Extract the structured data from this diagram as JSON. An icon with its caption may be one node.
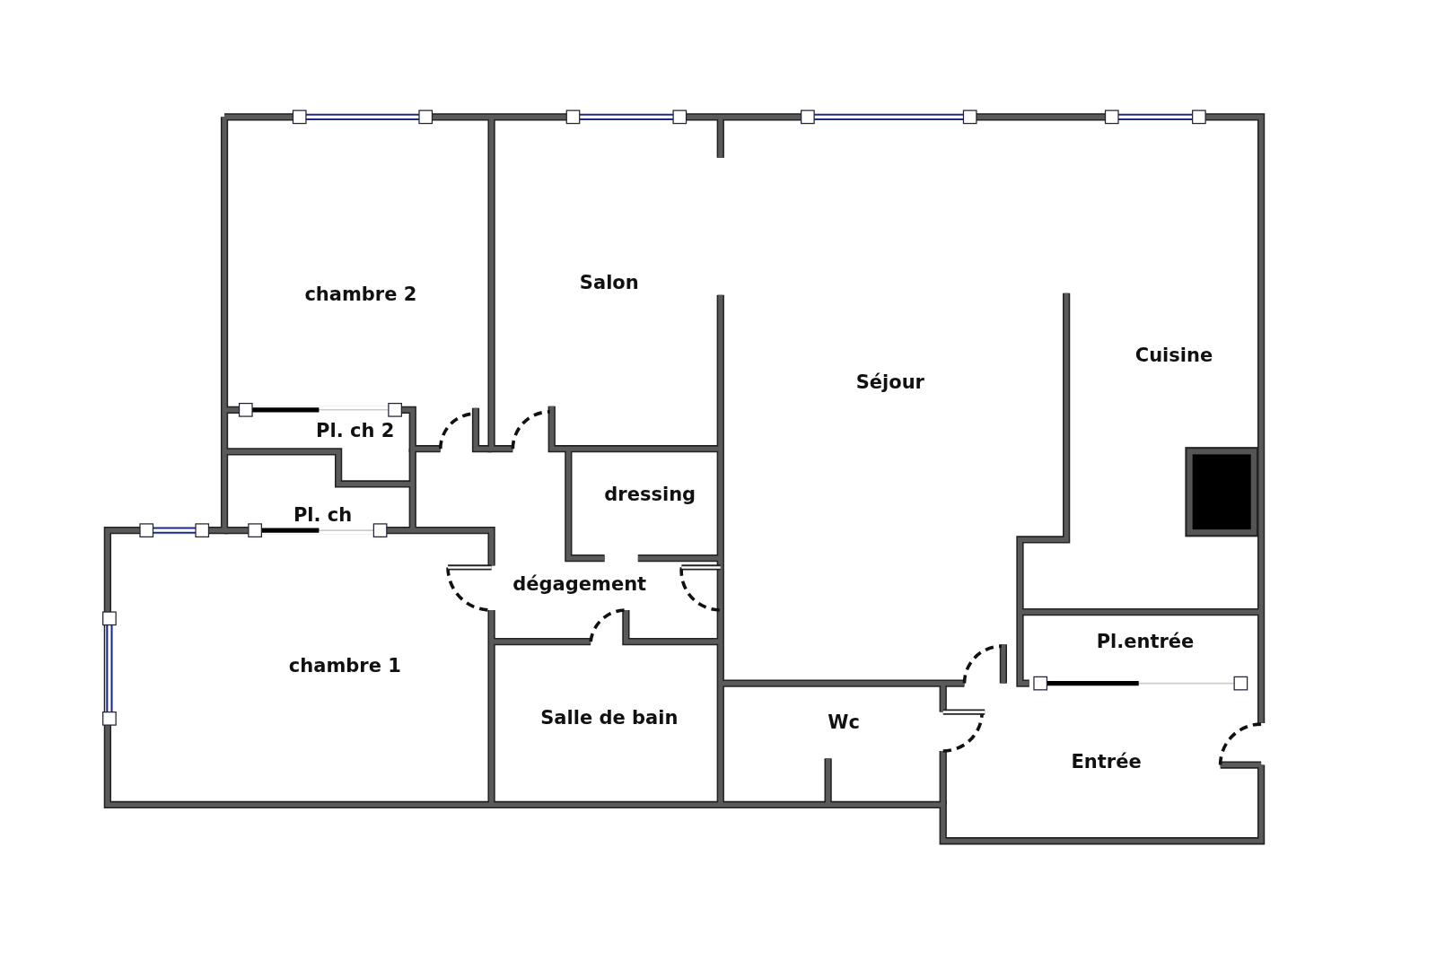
{
  "diagram": {
    "labels": [
      "chambre 2",
      "Salon",
      "Séjour",
      "Cuisine",
      "Pl. ch 2",
      "dressing",
      "Pl. ch",
      "dégagement",
      "Pl.entrée",
      "chambre 1",
      "Salle de bain",
      "Wc",
      "Entrée"
    ]
  }
}
